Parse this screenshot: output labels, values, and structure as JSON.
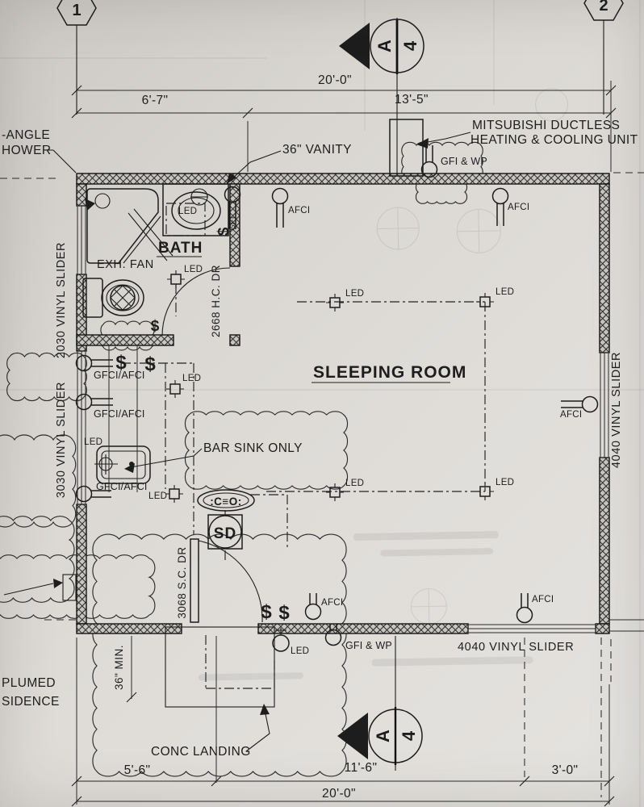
{
  "grid": {
    "marker_left": "1",
    "marker_right": "2"
  },
  "section_cut": {
    "letter": "A",
    "sheet": "4"
  },
  "rooms": {
    "sleeping": "SLEEPING ROOM",
    "bath": "BATH"
  },
  "dims": {
    "top_total": "20'-0\"",
    "top_seg_left": "6'-7\"",
    "top_seg_right": "13'-5\"",
    "bot_seg_left": "5'-6\"",
    "bot_seg_mid": "11'-6\"",
    "bot_seg_right": "3'-0\"",
    "bot_total": "20'-0\"",
    "landing_depth": "36\" MIN."
  },
  "openings": {
    "win_left_upper": "2030 VINYL SLIDER",
    "win_left_lower": "3030 VINYL SLIDER",
    "win_right": "4040 VINYL SLIDER",
    "win_bottom": "4040 VINYL SLIDER",
    "door_bath": "2668 H.C. DR",
    "door_entry": "3068 S.C. DR"
  },
  "callouts": {
    "hvac1": "MITSUBISHI DUCTLESS",
    "hvac2": "HEATING & COOLING UNIT",
    "vanity": "36\" VANITY",
    "shower1": "-ANGLE",
    "shower2": "HOWER",
    "exh_fan": "EXH. FAN",
    "bar_sink": "BAR SINK ONLY",
    "conc_landing": "CONC LANDING",
    "note1": "PLUMED",
    "note2": "SIDENCE"
  },
  "electrical": {
    "afci": "AFCI",
    "gfci_afci": "GFCI/AFCI",
    "gfi": "GFI",
    "gfi_wp": "GFI & WP",
    "led": "LED",
    "switch": "$",
    "co": ":C≡O:",
    "sd": "SD"
  },
  "colors": {
    "paper": "#dcd9d4",
    "ink": "#1d1d1d"
  }
}
